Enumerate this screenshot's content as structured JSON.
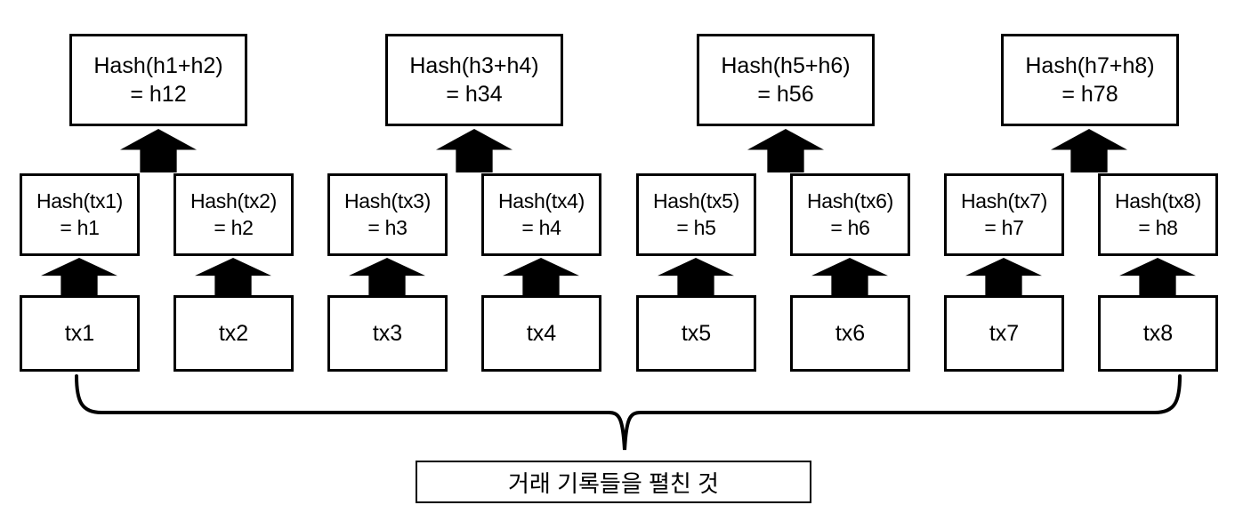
{
  "diagram": {
    "type": "merkle-tree-hash-diagram",
    "colors": {
      "stroke": "#000000",
      "background": "#ffffff"
    },
    "parents": [
      {
        "formula": "Hash(h1+h2)",
        "result": "= h12"
      },
      {
        "formula": "Hash(h3+h4)",
        "result": "= h34"
      },
      {
        "formula": "Hash(h5+h6)",
        "result": "= h56"
      },
      {
        "formula": "Hash(h7+h8)",
        "result": "= h78"
      }
    ],
    "leaf_hashes": [
      {
        "formula": "Hash(tx1)",
        "result": "= h1"
      },
      {
        "formula": "Hash(tx2)",
        "result": "= h2"
      },
      {
        "formula": "Hash(tx3)",
        "result": "= h3"
      },
      {
        "formula": "Hash(tx4)",
        "result": "= h4"
      },
      {
        "formula": "Hash(tx5)",
        "result": "= h5"
      },
      {
        "formula": "Hash(tx6)",
        "result": "= h6"
      },
      {
        "formula": "Hash(tx7)",
        "result": "= h7"
      },
      {
        "formula": "Hash(tx8)",
        "result": "= h8"
      }
    ],
    "transactions": [
      "tx1",
      "tx2",
      "tx3",
      "tx4",
      "tx5",
      "tx6",
      "tx7",
      "tx8"
    ],
    "caption": "거래 기록들을 펼친 것"
  }
}
